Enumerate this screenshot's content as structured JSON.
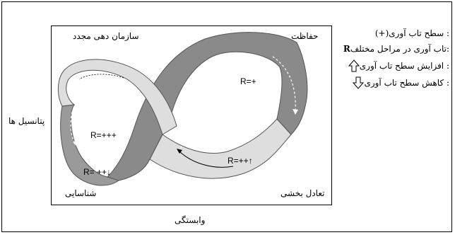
{
  "phases": {
    "reorganization": "سازمان دهی مجدد",
    "conservation": "حفاظت",
    "identification": "شناسایی",
    "balancing": "تعادل بخشی"
  },
  "axes": {
    "vertical": "پتانسیل ها",
    "horizontal": "وابستگی"
  },
  "resilience_labels": {
    "top_right": "R=+",
    "left_middle": "R=+++",
    "left_bottom": "R= ++",
    "bottom_right": "R=++"
  },
  "legend": {
    "level_symbol": "(+)",
    "level_text": ": سطح تاب آوری",
    "r_symbol": "R",
    "r_text": ":تاب آوری در مراحل مختلف",
    "increase_text": ": افزایش سطح تاب آوری",
    "decrease_text": ": کاهش سطح تاب آوری"
  },
  "colors": {
    "dark_band": "#8a8a8a",
    "light_band": "#dedede",
    "outline": "#555555"
  }
}
